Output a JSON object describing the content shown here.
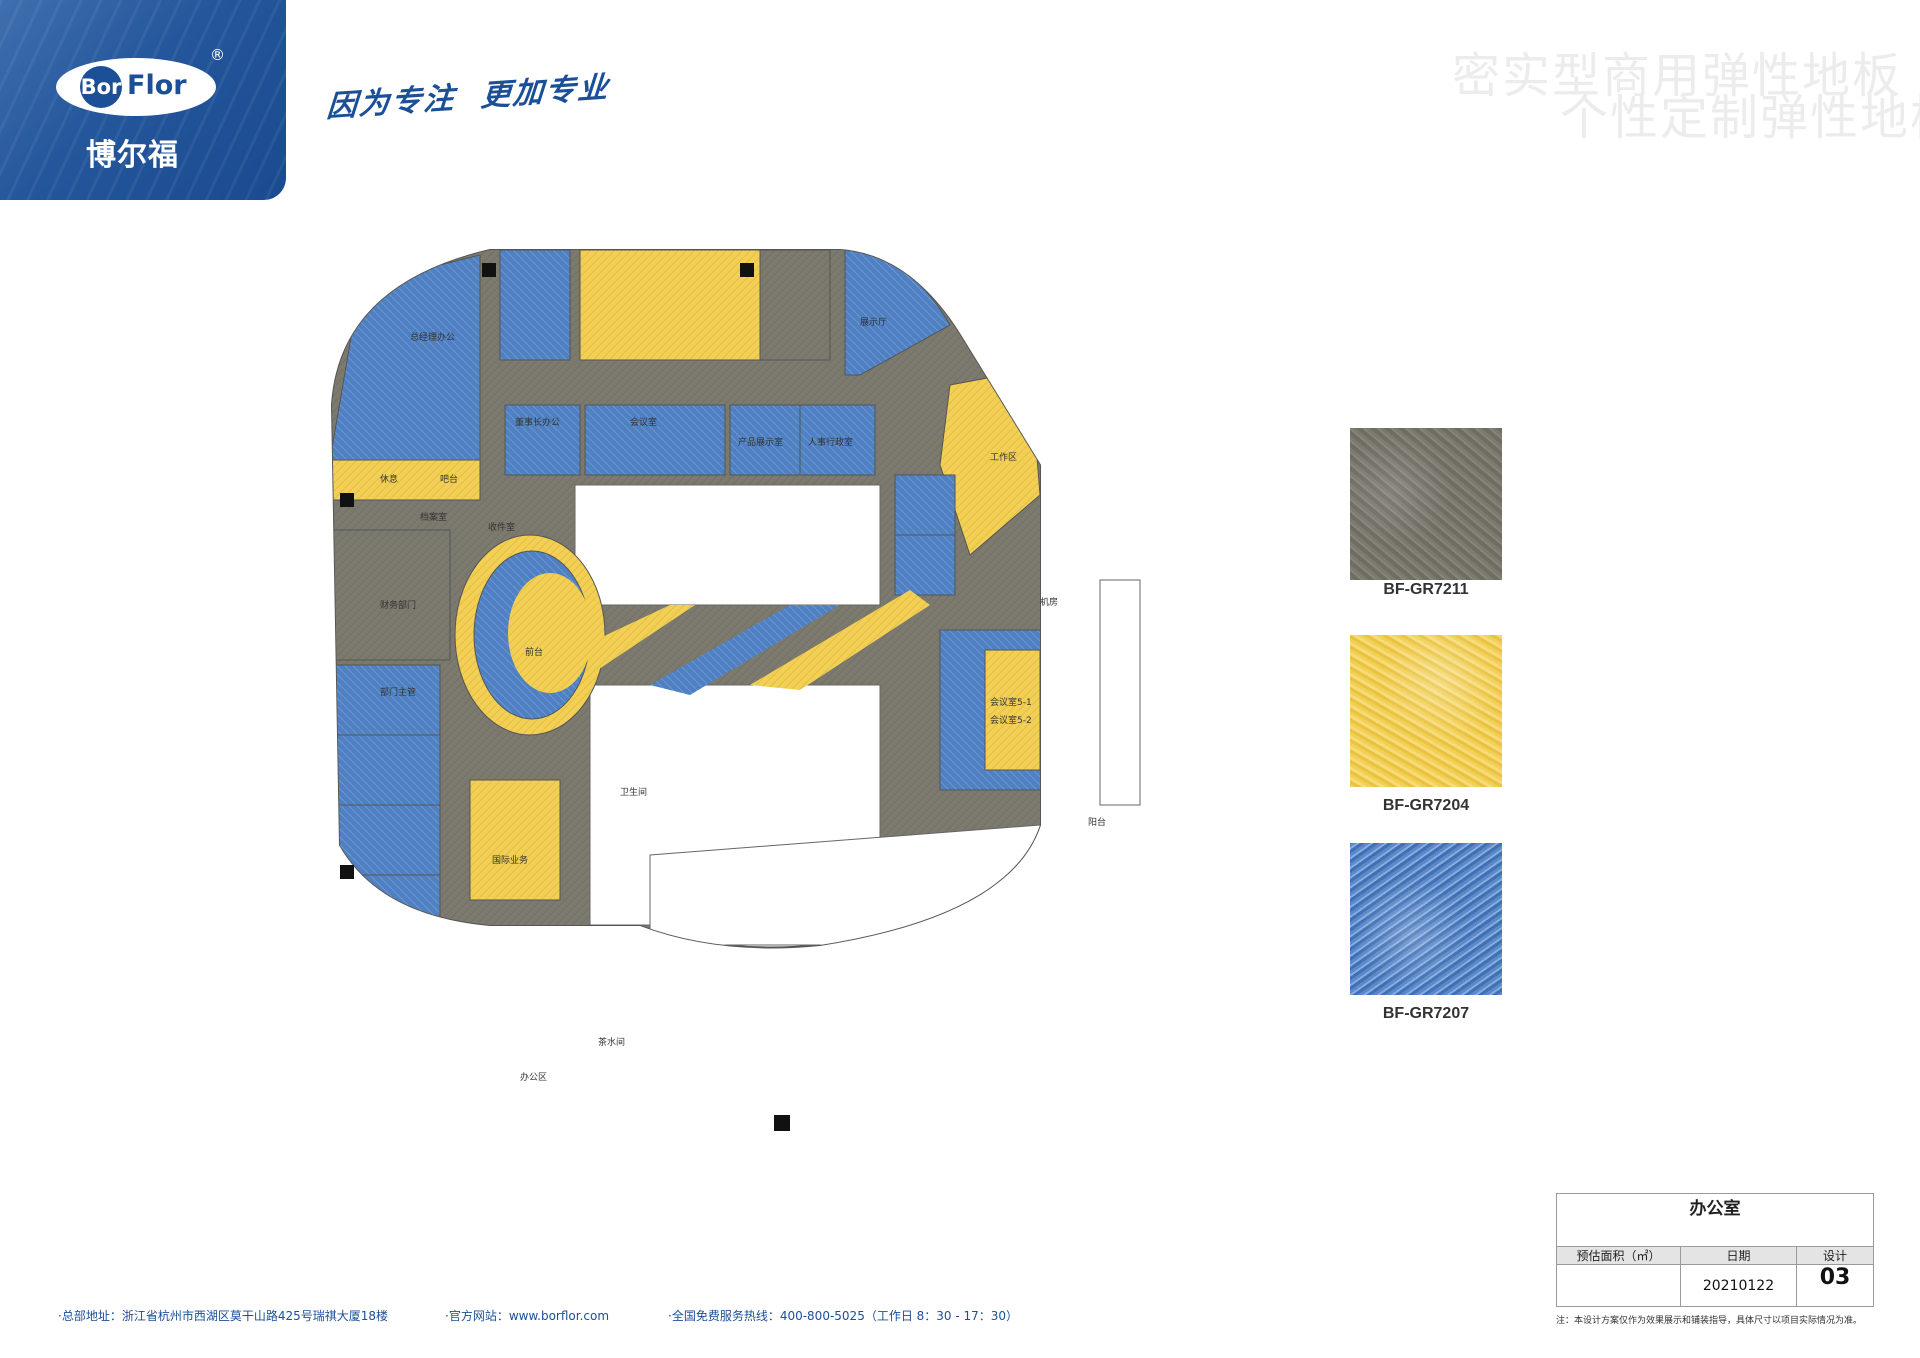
{
  "brand": {
    "logo_bor": "Bor",
    "logo_flor": "Flor",
    "logo_registered": "®",
    "logo_cn": "博尔福",
    "slogan": "因为专注  更加专业"
  },
  "watermark": {
    "line1": "密实型商用弹性地板",
    "line2": "个性定制弹性地板"
  },
  "plan": {
    "labels": [
      "总经理办公",
      "休息",
      "吧台",
      "档案室",
      "收件室",
      "财务部门",
      "董事长办公",
      "会议室",
      "产品展示室",
      "人事行政室",
      "展示厅",
      "工作区",
      "前台",
      "机房",
      "会议室5-1",
      "阳台",
      "会议室5-2",
      "部门主管",
      "国际业务",
      "办公区",
      "茶水间",
      "卫生间"
    ],
    "colors": {
      "grey_floor": "#7c7a6f",
      "yellow_floor": "#f2cf55",
      "blue_floor": "#4f80c2",
      "core": "#ffffff"
    }
  },
  "swatches": [
    {
      "code": "BF-GR7211",
      "color": "#7c7a6f"
    },
    {
      "code": "BF-GR7204",
      "color": "#f2cf55"
    },
    {
      "code": "BF-GR7207",
      "color": "#4f80c2"
    }
  ],
  "title_block": {
    "title": "办公室",
    "col1_head": "预估面积（㎡）",
    "col2_head": "日期",
    "col3_head": "设计",
    "col1_val": "",
    "col2_val": "20210122",
    "col3_val": "03",
    "note": "注：本设计方案仅作为效果展示和铺装指导，具体尺寸以项目实际情况为准。"
  },
  "footer": {
    "address": "·总部地址：浙江省杭州市西湖区莫干山路425号瑞祺大厦18楼",
    "website": "·官方网站：www.borflor.com",
    "hotline": "·全国免费服务热线：400-800-5025（工作日 8：30 - 17：30）"
  }
}
